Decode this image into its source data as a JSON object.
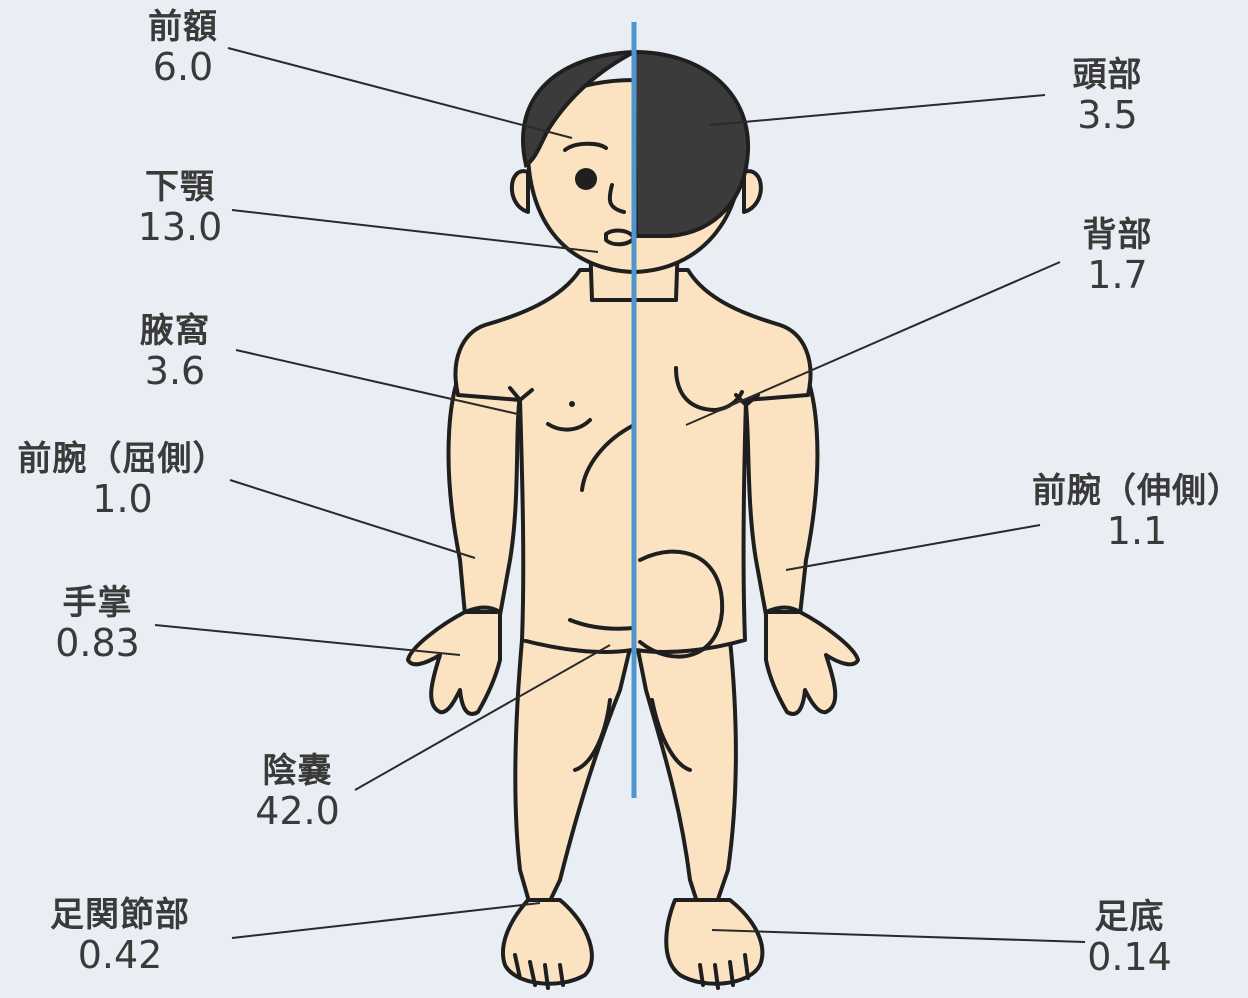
{
  "labels": {
    "forehead": {
      "name": "前額",
      "value": "6.0"
    },
    "jaw": {
      "name": "下顎",
      "value": "13.0"
    },
    "axilla": {
      "name": "腋窩",
      "value": "3.6"
    },
    "forearm_flex": {
      "name": "前腕（屈側）",
      "value": "1.0"
    },
    "palm": {
      "name": "手掌",
      "value": "0.83"
    },
    "scrotum": {
      "name": "陰嚢",
      "value": "42.0"
    },
    "ankle": {
      "name": "足関節部",
      "value": "0.42"
    },
    "head": {
      "name": "頭部",
      "value": "3.5"
    },
    "back": {
      "name": "背部",
      "value": "1.7"
    },
    "forearm_ext": {
      "name": "前腕（伸側）",
      "value": "1.1"
    },
    "sole": {
      "name": "足底",
      "value": "0.14"
    }
  },
  "colors": {
    "background": "#e8eef3",
    "skin": "#fbe3c2",
    "hair": "#3b3b3b",
    "midline": "#4f95cf",
    "text": "#3a3a3a"
  }
}
